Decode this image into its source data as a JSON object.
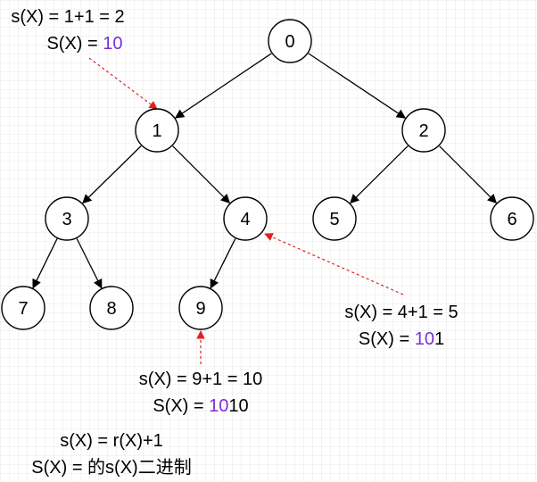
{
  "nodes": [
    {
      "id": "n0",
      "label": "0"
    },
    {
      "id": "n1",
      "label": "1"
    },
    {
      "id": "n2",
      "label": "2"
    },
    {
      "id": "n3",
      "label": "3"
    },
    {
      "id": "n4",
      "label": "4"
    },
    {
      "id": "n5",
      "label": "5"
    },
    {
      "id": "n6",
      "label": "6"
    },
    {
      "id": "n7",
      "label": "7"
    },
    {
      "id": "n8",
      "label": "8"
    },
    {
      "id": "n9",
      "label": "9"
    }
  ],
  "edges": [
    {
      "from": "n0",
      "to": "n1"
    },
    {
      "from": "n0",
      "to": "n2"
    },
    {
      "from": "n1",
      "to": "n3"
    },
    {
      "from": "n1",
      "to": "n4"
    },
    {
      "from": "n2",
      "to": "n5"
    },
    {
      "from": "n2",
      "to": "n6"
    },
    {
      "from": "n3",
      "to": "n7"
    },
    {
      "from": "n3",
      "to": "n8"
    },
    {
      "from": "n4",
      "to": "n9"
    }
  ],
  "annotations": {
    "node1": {
      "small_s": "s(X) = 1+1 = 2",
      "big_s_prefix": "S(X) = ",
      "big_s_highlight": "10",
      "big_s_rest": ""
    },
    "node4": {
      "small_s": "s(X) = 4+1 = 5",
      "big_s_prefix": "S(X) = ",
      "big_s_highlight": "10",
      "big_s_rest": "1"
    },
    "node9": {
      "small_s": "s(X) = 9+1 = 10",
      "big_s_prefix": "S(X) = ",
      "big_s_highlight": "10",
      "big_s_rest": "10"
    },
    "definition": {
      "line1": "s(X) = r(X)+1",
      "line2": "S(X) = 的s(X)二进制"
    }
  },
  "colors": {
    "highlight": "#7b2fd6",
    "dashed_arrow": "#e02020",
    "edge": "#000000"
  }
}
